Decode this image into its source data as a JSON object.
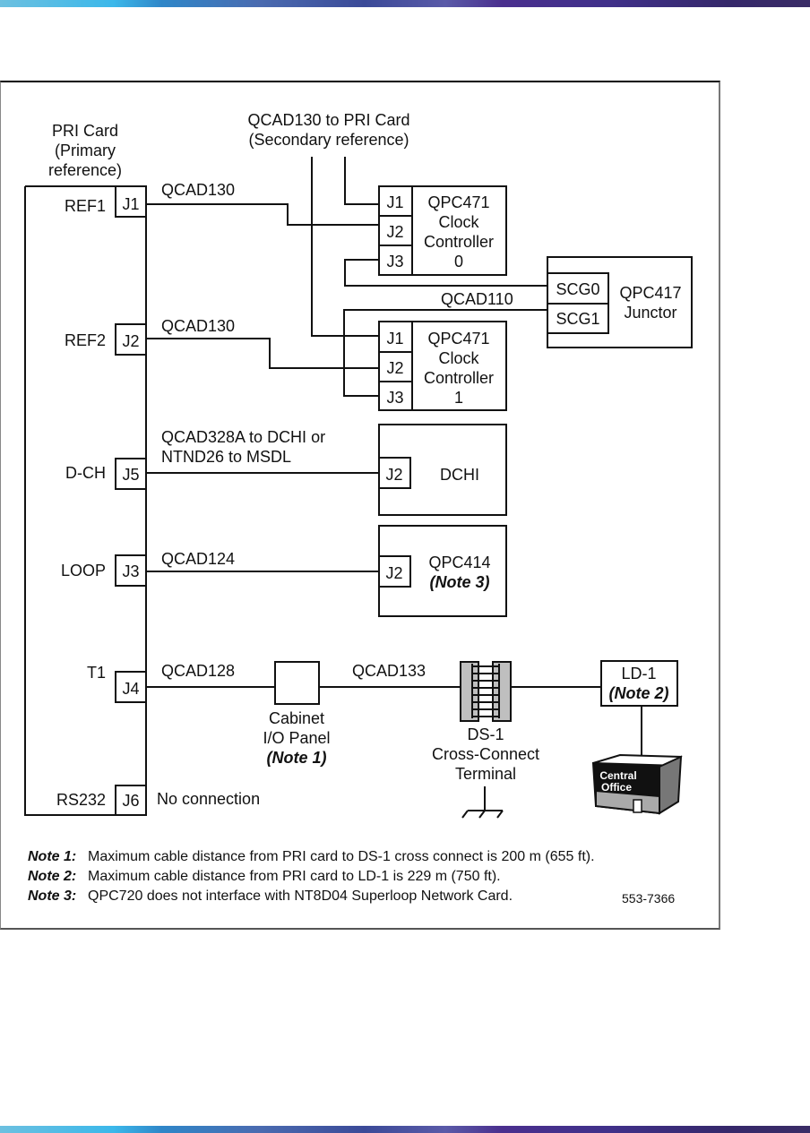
{
  "figure_id": "553-7366",
  "pri_card": {
    "title_lines": [
      "PRI Card",
      "(Primary",
      "reference)"
    ],
    "ports": [
      {
        "label": "REF1",
        "jack": "J1"
      },
      {
        "label": "REF2",
        "jack": "J2"
      },
      {
        "label": "D-CH",
        "jack": "J5"
      },
      {
        "label": "LOOP",
        "jack": "J3"
      },
      {
        "label": "T1",
        "jack": "J4"
      },
      {
        "label": "RS232",
        "jack": "J6"
      }
    ]
  },
  "cables": {
    "ref1": "QCAD130",
    "ref2": "QCAD130",
    "secondary_lines": [
      "QCAD130  to PRI Card",
      "(Secondary reference)"
    ],
    "junctor": "QCAD110",
    "dch_lines": [
      "QCAD328A to DCHI or",
      "NTND26 to MSDL"
    ],
    "loop": "QCAD124",
    "t1_a": "QCAD128",
    "t1_b": "QCAD133",
    "rs232": "No connection"
  },
  "clock_controller_0": {
    "jacks": [
      "J1",
      "J2",
      "J3"
    ],
    "lines": [
      "QPC471",
      "Clock",
      "Controller",
      "0"
    ]
  },
  "clock_controller_1": {
    "jacks": [
      "J1",
      "J2",
      "J3"
    ],
    "lines": [
      "QPC471",
      "Clock",
      "Controller",
      "1"
    ]
  },
  "junctor": {
    "ports": [
      "SCG0",
      "SCG1"
    ],
    "lines": [
      "QPC417",
      "Junctor"
    ]
  },
  "dchi": {
    "jack": "J2",
    "label": "DCHI"
  },
  "qpc414": {
    "jack": "J2",
    "label": "QPC414",
    "note": "(Note 3)"
  },
  "cabinet_panel": {
    "lines": [
      "Cabinet",
      "I/O Panel"
    ],
    "note": "(Note 1)"
  },
  "ds1_terminal": {
    "lines": [
      "DS-1",
      "Cross-Connect",
      "Terminal"
    ]
  },
  "ld1": {
    "label": "LD-1",
    "note": "(Note 2)"
  },
  "central_office": {
    "lines": [
      "Central",
      "Office"
    ]
  },
  "notes": [
    {
      "label": "Note 1:",
      "text": "Maximum cable distance from PRI card to DS-1 cross connect is 200 m (655 ft)."
    },
    {
      "label": "Note 2:",
      "text": "Maximum cable distance from PRI card to LD-1 is 229 m (750 ft)."
    },
    {
      "label": "Note 3:",
      "text": "QPC720 does not interface with NT8D04 Superloop Network Card."
    }
  ]
}
